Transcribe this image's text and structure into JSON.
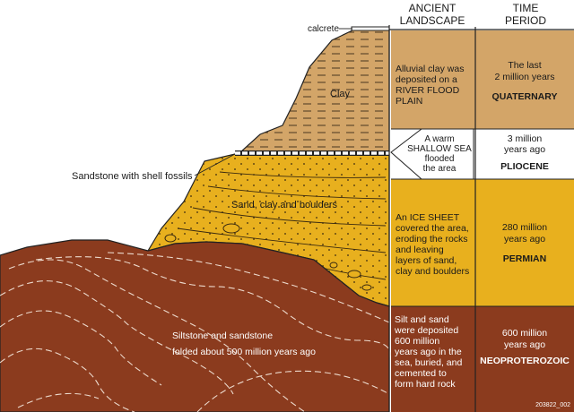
{
  "headers": {
    "landscape": [
      "ANCIENT",
      "LANDSCAPE"
    ],
    "time": [
      "TIME",
      "PERIOD"
    ]
  },
  "labels": {
    "calcrete": "calcrete",
    "shell_fossils": "Sandstone with shell fossils",
    "clay": "Clay",
    "sand_clay": "Sand, clay and boulders",
    "siltstone": "Siltstone and sandstone",
    "folded": "folded about 500 million years ago",
    "figure_code": "203822_002"
  },
  "rows": [
    {
      "id": "quaternary",
      "landscape": [
        "Alluvial clay was",
        "deposited on a",
        "RIVER FLOOD",
        "PLAIN"
      ],
      "time": [
        "The last",
        "2 million years"
      ],
      "period": "QUATERNARY",
      "color": "#d3a568"
    },
    {
      "id": "pliocene",
      "landscape": [
        "A warm",
        "SHALLOW SEA",
        "flooded",
        "the area"
      ],
      "time": [
        "3  million",
        "years ago"
      ],
      "period": "PLIOCENE",
      "color": "#ffffff"
    },
    {
      "id": "permian",
      "landscape": [
        "An ICE SHEET",
        "covered the area,",
        "eroding the rocks",
        "and leaving",
        "layers of sand,",
        "clay and boulders"
      ],
      "time": [
        "280 million",
        "years ago"
      ],
      "period": "PERMIAN",
      "color": "#e8b01e"
    },
    {
      "id": "neoproterozoic",
      "landscape": [
        "Silt and sand",
        "were deposited",
        "600 million",
        "years ago in the",
        "sea, buried, and",
        "cemented to",
        "form hard rock"
      ],
      "time": [
        "600 million",
        "years ago"
      ],
      "period": "NEOPROTEROZOIC",
      "color": "#8b3b1e"
    }
  ],
  "colors": {
    "clay": "#d3a568",
    "sand": "#e8b01e",
    "bedrock": "#8b3b1e",
    "pliocene_band": "#ffffff"
  }
}
